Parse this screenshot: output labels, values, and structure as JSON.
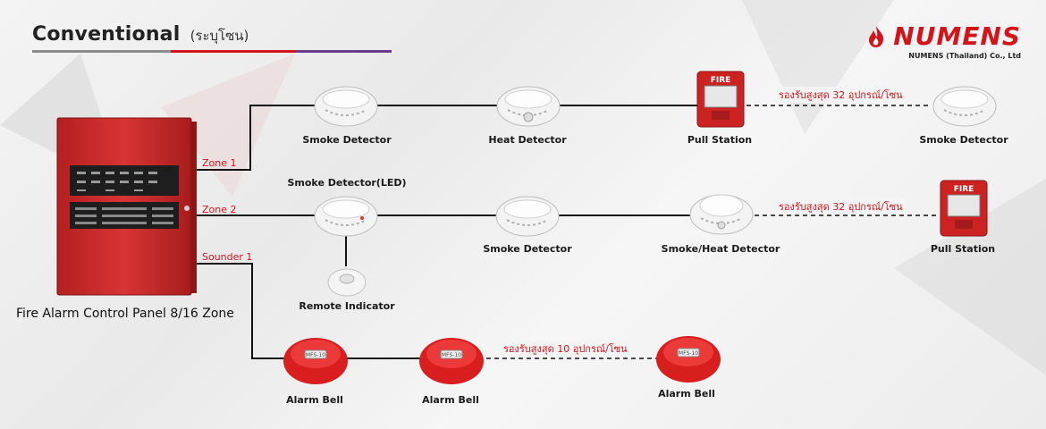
{
  "header": {
    "title": "Conventional",
    "subtitle": "(ระบุโซน)"
  },
  "brand": {
    "name": "NUMENS",
    "company": "NUMENS (Thailand) Co., Ltd"
  },
  "panel": {
    "caption": "Fire Alarm Control Panel 8/16 Zone"
  },
  "zones": {
    "zone1": "Zone 1",
    "zone2": "Zone 2",
    "sounder1": "Sounder 1"
  },
  "devices": {
    "z1_smoke": "Smoke Detector",
    "z1_heat": "Heat Detector",
    "z1_pull": "Pull Station",
    "z1_smoke_end": "Smoke Detector",
    "z2_smoke_led": "Smoke Detector(LED)",
    "z2_remote": "Remote Indicator",
    "z2_smoke": "Smoke Detector",
    "z2_smoke_heat": "Smoke/Heat Detector",
    "z2_pull_end": "Pull Station",
    "s1_bell_1": "Alarm Bell",
    "s1_bell_2": "Alarm Bell",
    "s1_bell_end": "Alarm Bell"
  },
  "notes": {
    "zone1_max": "รองรับสูงสุด 32 อุปกรณ์/โซน",
    "zone2_max": "รองรับสูงสุด 32 อุปกรณ์/โซน",
    "sounder_max": "รองรับสูงสุด 10 อุปกรณ์/โซน"
  },
  "icons": {
    "pull_station_text": "FIRE",
    "bell_text": "MFS-10"
  },
  "colors": {
    "accent_red": "#d4141b",
    "panel_red": "#cc2a2a",
    "wire": "#111111",
    "rule_gray": "#8c8c8c",
    "rule_red": "#d4141b",
    "rule_purple": "#6a3a8c"
  }
}
